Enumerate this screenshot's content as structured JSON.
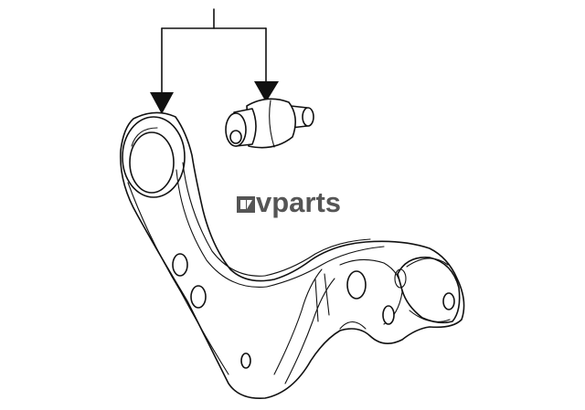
{
  "watermark": {
    "text": "vparts",
    "color": "#555555"
  },
  "colors": {
    "line": "#111111",
    "background": "#ffffff"
  },
  "parts": [
    {
      "name": "upper-control-arm"
    },
    {
      "name": "bushing"
    }
  ]
}
